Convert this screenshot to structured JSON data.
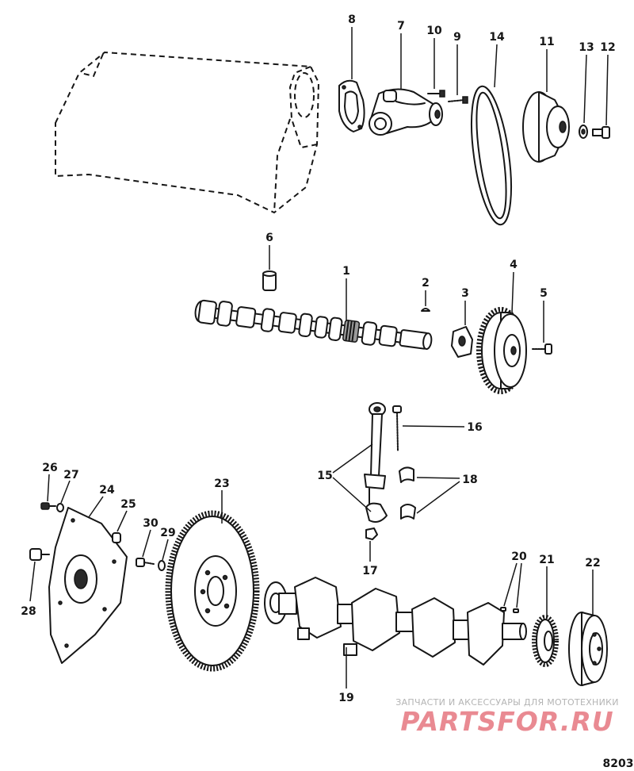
{
  "callouts": [
    "1",
    "2",
    "3",
    "4",
    "5",
    "6",
    "7",
    "8",
    "9",
    "10",
    "11",
    "12",
    "13",
    "14",
    "15",
    "16",
    "17",
    "18",
    "19",
    "20",
    "21",
    "22",
    "23",
    "24",
    "25",
    "26",
    "27",
    "28",
    "29",
    "30"
  ],
  "figure_number": "8203",
  "watermark": {
    "tagline": "ЗАПЧАСТИ И АКСЕССУАРЫ ДЛЯ МОТОТЕХНИКИ",
    "logo": "PARTSFOR.RU"
  },
  "colors": {
    "ink": "#161616",
    "watermark_red": "#e98a92",
    "watermark_grey": "#b4b4b4",
    "background": "#ffffff"
  }
}
